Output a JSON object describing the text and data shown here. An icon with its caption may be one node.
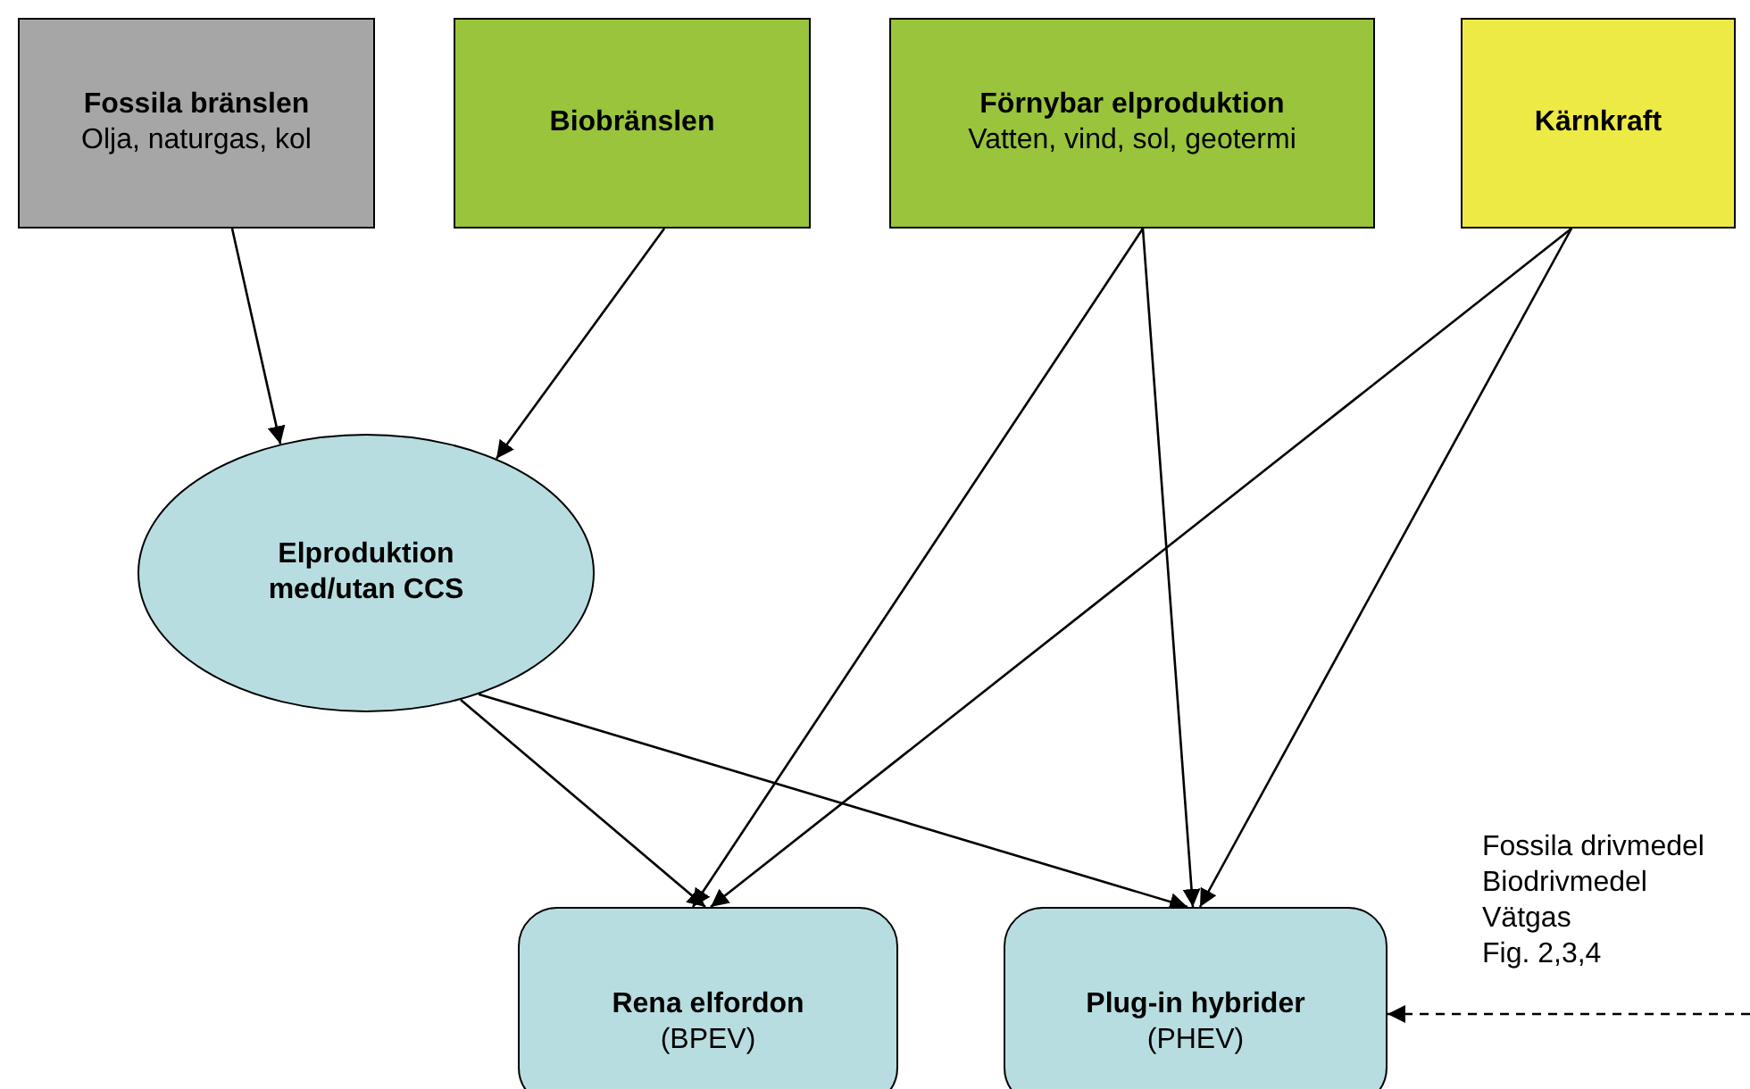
{
  "diagram": {
    "nodes": [
      {
        "text": [
          "Fossila bränslen",
          "Olja, naturgas, kol"
        ]
      },
      {
        "text": [
          "Biobränslen"
        ]
      },
      {
        "text": [
          "Förnybar elproduktion",
          "Vatten, vind, sol, geotermi"
        ]
      },
      {
        "text": [
          "Kärnkraft"
        ]
      },
      {
        "text": [
          "Elproduktion med/utan CCS"
        ]
      },
      {
        "text": [
          "Rena elfordon",
          "(BPEV)"
        ]
      },
      {
        "text": [
          "Plug-in hybrider",
          "(PHEV)"
        ]
      }
    ],
    "edges": [
      {
        "from": 0,
        "to": 4,
        "arrow": "to"
      },
      {
        "from": 1,
        "to": 4,
        "arrow": "to"
      },
      {
        "from": 2,
        "to": 5,
        "arrow": "to"
      },
      {
        "from": 2,
        "to": 6,
        "arrow": "to"
      },
      {
        "from": 3,
        "to": 5,
        "arrow": "to"
      },
      {
        "from": 3,
        "to": 6,
        "arrow": "to"
      },
      {
        "from": 4,
        "to": 5,
        "arrow": "to"
      },
      {
        "from": 4,
        "to": 6,
        "arrow": "to"
      },
      {
        "from": null,
        "to": 6,
        "arrow": "to",
        "style": "dashed"
      }
    ],
    "labels": [
      "Fossila drivmedel",
      "Biodrivmedel",
      "Vätgas",
      "Fig. 2,3,4"
    ]
  }
}
